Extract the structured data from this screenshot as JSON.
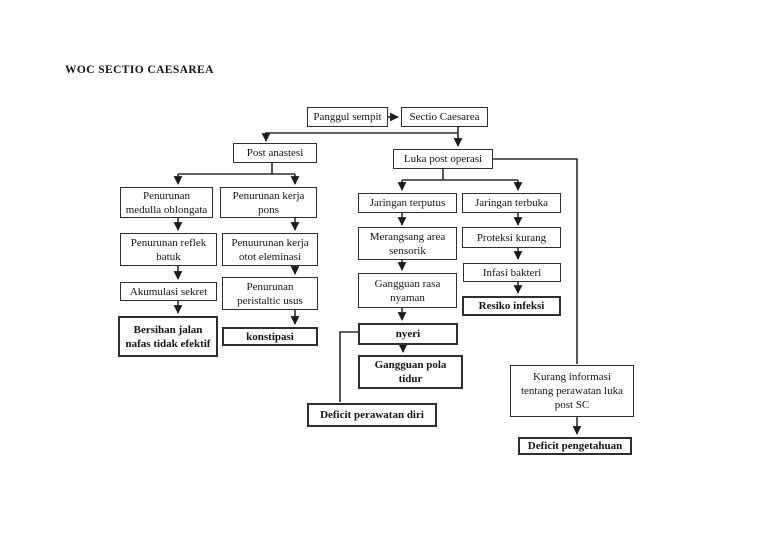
{
  "page": {
    "title": "WOC SECTIO CAESAREA",
    "background_color": "#ffffff",
    "line_color": "#2e2e2e",
    "text_color": "#141414"
  },
  "nodes": {
    "panggul_sempit": {
      "label": "Panggul sempit"
    },
    "sectio_caesarea": {
      "label": "Sectio Caesarea"
    },
    "post_anastesi": {
      "label": "Post anastesi"
    },
    "luka_post_operasi": {
      "label": "Luka post operasi"
    },
    "penurunan_medulla": {
      "label": "Penurunan\nmedulla oblongata"
    },
    "penurunan_kerja_pons": {
      "label": "Penurunan kerja\npons"
    },
    "penurunan_reflek": {
      "label": "Penurunan reflek\nbatuk"
    },
    "penuurunan_kerja_otot": {
      "label": "Penuurunan kerja\notot eleminasi"
    },
    "akumulasi_sekret": {
      "label": "Akumulasi sekret"
    },
    "penurunan_peristaltic": {
      "label": "Penurunan\nperistaltic usus"
    },
    "bersihan_jalan": {
      "label": "Bersihan jalan\nnafas tidak efektif"
    },
    "konstipasi": {
      "label": "konstipasi"
    },
    "jaringan_terputus": {
      "label": "Jaringan terputus"
    },
    "jaringan_terbuka": {
      "label": "Jaringan terbuka"
    },
    "merangsang_area": {
      "label": "Merangsang area\nsensorik"
    },
    "proteksi_kurang": {
      "label": "Proteksi kurang"
    },
    "infasi_bakteri": {
      "label": "Infasi bakteri"
    },
    "resiko_infeksi": {
      "label": "Resiko infeksi"
    },
    "gangguan_rasa": {
      "label": "Gangguan rasa\nnyaman"
    },
    "nyeri": {
      "label": "nyeri"
    },
    "gangguan_pola_tidur": {
      "label": "Gangguan pola\ntidur"
    },
    "deficit_perawatan": {
      "label": "Deficit perawatan diri"
    },
    "kurang_informasi": {
      "label": "Kurang informasi\ntentang perawatan luka\npost SC"
    },
    "deficit_pengetahuan": {
      "label": "Deficit pengetahuan"
    }
  }
}
